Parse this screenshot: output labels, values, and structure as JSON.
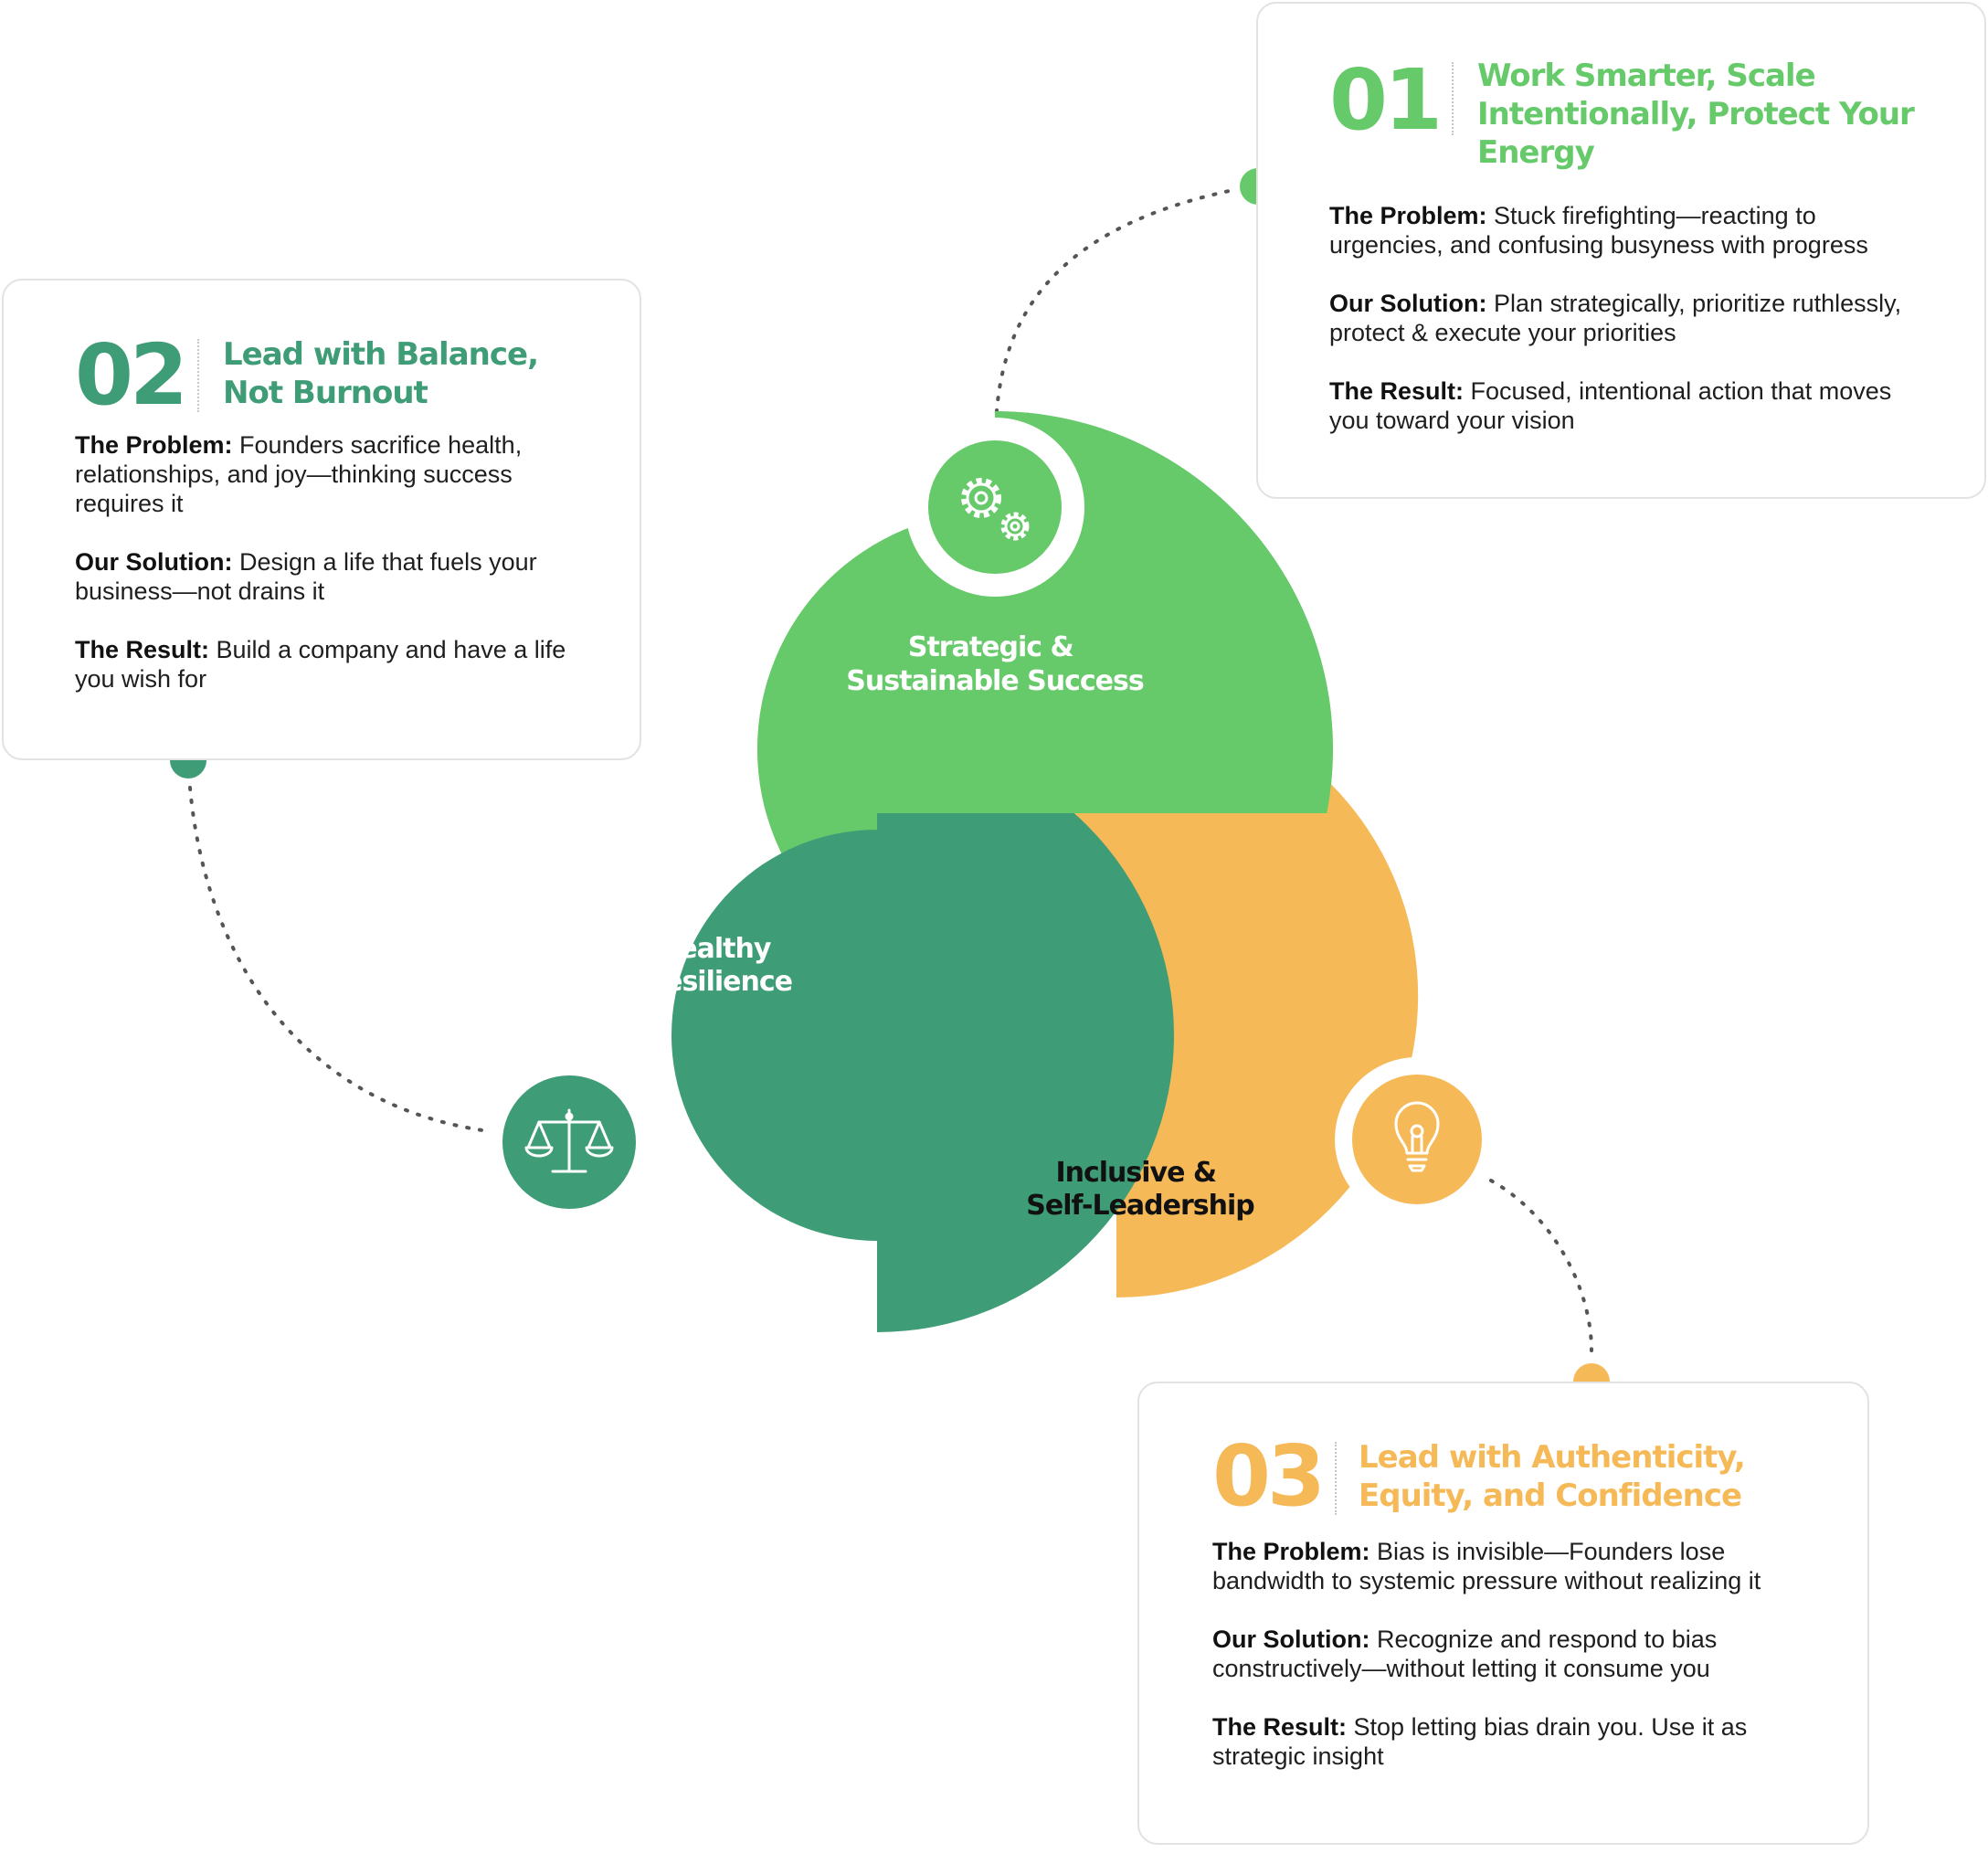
{
  "colors": {
    "green": "#66c96a",
    "dark_green": "#3e9c76",
    "yellow": "#f6b957",
    "dots": "#555555"
  },
  "segments": {
    "green": {
      "line1": "Strategic &",
      "line2": "Sustainable Success",
      "icon": "gears-icon"
    },
    "dark_green": {
      "line1": "Healthy",
      "line2": "Resilience",
      "icon": "balance-scale-icon"
    },
    "yellow": {
      "line1": "Inclusive &",
      "line2": "Self-Leadership",
      "icon": "lightbulb-icon"
    }
  },
  "cards": {
    "card1": {
      "number": "01",
      "title": [
        "Work Smarter, Scale",
        "Intentionally, Protect Your",
        "Energy"
      ],
      "problem_label": "The Problem:",
      "problem_text": "Stuck firefighting—reacting to urgencies, and confusing busyness with progress",
      "solution_label": "Our Solution:",
      "solution_text": "Plan strategically, prioritize ruthlessly, protect & execute your priorities",
      "result_label": "The Result:",
      "result_text": "Focused, intentional action that moves you toward your vision"
    },
    "card2": {
      "number": "02",
      "title": [
        "Lead with Balance,",
        "Not Burnout"
      ],
      "problem_label": "The Problem:",
      "problem_text": "Founders sacrifice health, relationships, and joy—thinking success requires it",
      "solution_label": "Our Solution:",
      "solution_text": "Design a life that fuels your business—not drains it",
      "result_label": "The Result:",
      "result_text": "Build a company and have a life you wish for"
    },
    "card3": {
      "number": "03",
      "title": [
        "Lead with Authenticity,",
        "Equity, and Confidence"
      ],
      "problem_label": "The Problem:",
      "problem_text": "Bias is invisible—Founders lose bandwidth to systemic pressure without realizing it",
      "solution_label": "Our Solution:",
      "solution_text": "Recognize and respond to bias constructively—without letting it consume you",
      "result_label": "The Result:",
      "result_text": "Stop letting bias drain you. Use it as strategic insight"
    }
  }
}
